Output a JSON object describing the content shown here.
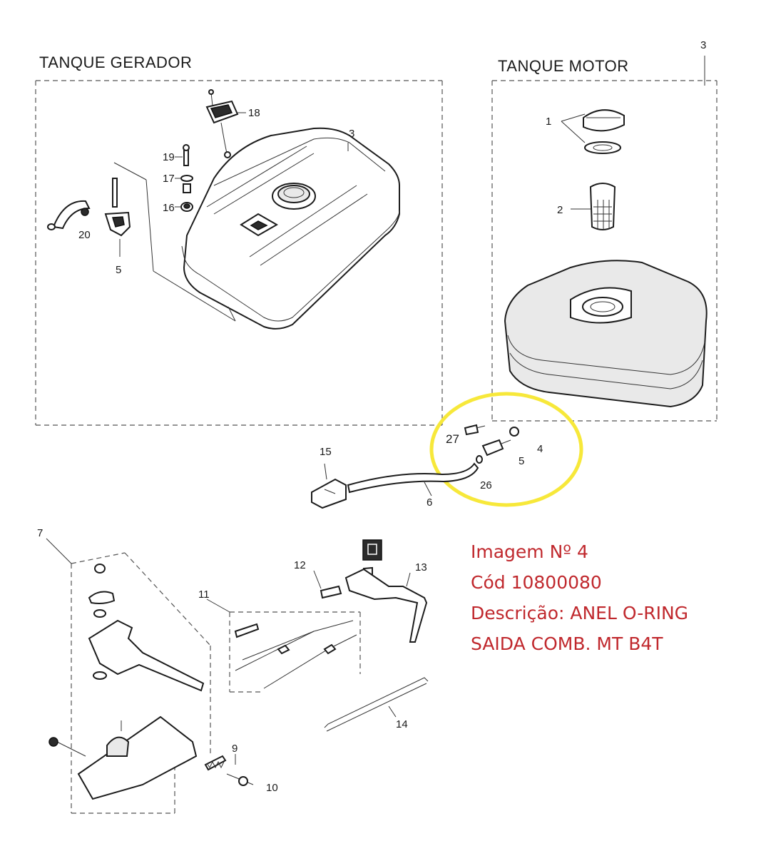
{
  "sections": {
    "generator_tank_title": "TANQUE GERADOR",
    "engine_tank_title": "TANQUE MOTOR"
  },
  "callouts": {
    "c1": "1",
    "c2": "2",
    "c3_engine": "3",
    "c3_generator": "3",
    "c4": "4",
    "c5_generator": "5",
    "c5_hose": "5",
    "c6": "6",
    "c7": "7",
    "c9": "9",
    "c10": "10",
    "c11": "11",
    "c12": "12",
    "c13": "13",
    "c14": "14",
    "c15": "15",
    "c16": "16",
    "c17": "17",
    "c18": "18",
    "c19": "19",
    "c20": "20",
    "c26": "26",
    "c27": "27"
  },
  "info": {
    "line1": "Imagem Nº 4",
    "line2": "Cód 10800080",
    "line3": "Descrição: ANEL O-RING",
    "line4": "SAIDA COMB. MT B4T"
  },
  "colors": {
    "highlight_circle": "#f7e83a",
    "info_text": "#c0282d",
    "line_art": "#1c1c1c"
  }
}
